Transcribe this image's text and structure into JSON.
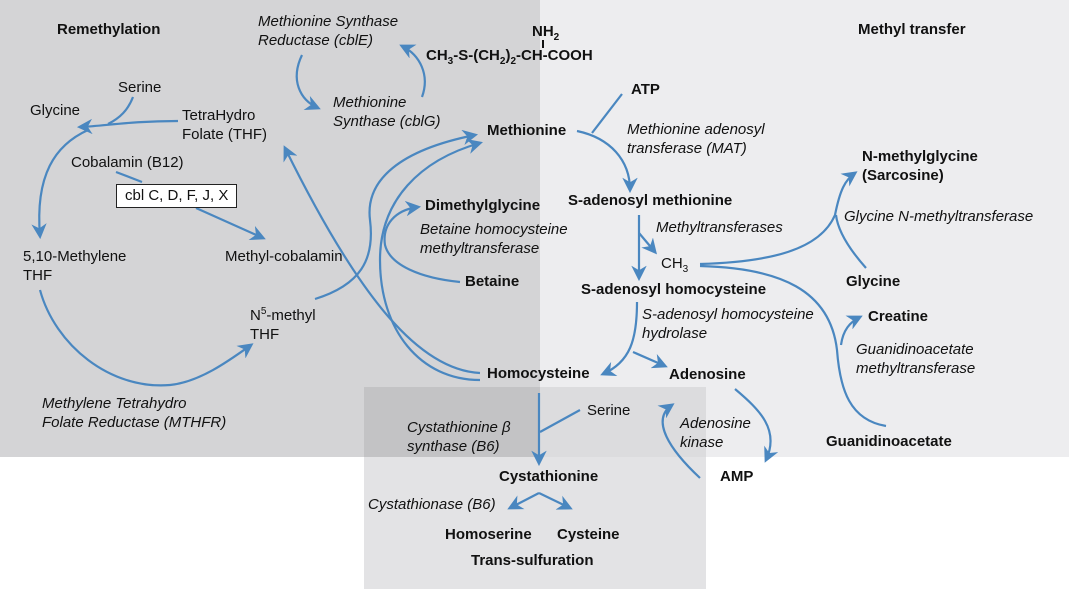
{
  "regions": {
    "remethylation": "Remethylation",
    "methyl_transfer": "Methyl transfer",
    "trans_sulfuration": "Trans-sulfuration"
  },
  "formula": {
    "nh2": "NH",
    "nh2_sub": "2",
    "part1": "CH",
    "sub1": "3",
    "part2": "-S-(CH",
    "sub2": "2",
    "part3": ")",
    "sub3": "2",
    "part4": "-CH-COOH"
  },
  "remethylation": {
    "ms_reductase_1": "Methionine Synthase",
    "ms_reductase_2": "Reductase (cblE)",
    "ms_1": "Methionine",
    "ms_2": "Synthase (cblG)",
    "serine": "Serine",
    "glycine": "Glycine",
    "thf_1": "TetraHydro",
    "thf_2": "Folate (THF)",
    "cobalamin": "Cobalamin (B12)",
    "cbl_box": "cbl C, D, F, J, X",
    "methylene_thf_1": "5,10-Methylene",
    "methylene_thf_2": "THF",
    "methyl_cobalamin": "Methyl-cobalamin",
    "n5_prefix": "N",
    "n5_sup": "5",
    "n5_suffix": "-methyl",
    "n5_thf": "THF",
    "mthfr_1": "Methylene Tetrahydro",
    "mthfr_2": "Folate Reductase (MTHFR)",
    "dimethylglycine": "Dimethylglycine",
    "bhmt_1": "Betaine homocysteine",
    "bhmt_2": "methyltransferase",
    "betaine": "Betaine",
    "homocysteine": "Homocysteine"
  },
  "methyl_transfer": {
    "atp": "ATP",
    "methionine": "Methionine",
    "mat_1": "Methionine adenosyl",
    "mat_2": "transferase (MAT)",
    "sam": "S-adenosyl methionine",
    "methyltransferases": "Methyltransferases",
    "ch3": "CH",
    "ch3_sub": "3",
    "sah": "S-adenosyl homocysteine",
    "sahh_1": "S-adenosyl homocysteine",
    "sahh_2": "hydrolase",
    "adenosine": "Adenosine",
    "adenosine_kinase_1": "Adenosine",
    "adenosine_kinase_2": "kinase",
    "amp": "AMP",
    "sarcosine_1": "N-methylglycine",
    "sarcosine_2": "(Sarcosine)",
    "gnmt": "Glycine N-methyltransferase",
    "glycine": "Glycine",
    "creatine": "Creatine",
    "gamt_1": "Guanidinoacetate",
    "gamt_2": "methyltransferase",
    "guanidinoacetate": "Guanidinoacetate"
  },
  "trans_sulfuration": {
    "serine": "Serine",
    "cbs_1": "Cystathionine β",
    "cbs_2": "synthase (B6)",
    "cystathionine": "Cystathionine",
    "cystathionase": "Cystathionase (B6)",
    "homoserine": "Homoserine",
    "cysteine": "Cysteine"
  },
  "colors": {
    "arrow": "#4a87c0",
    "remethylation_bg": "#d4d4d6",
    "methyl_transfer_bg": "#ededef",
    "trans_sulfuration_bg": "#e3e3e5"
  }
}
